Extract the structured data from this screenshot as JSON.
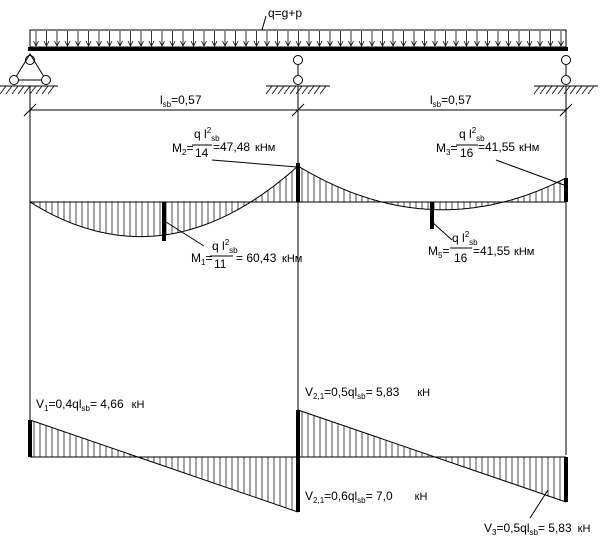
{
  "load": {
    "label": "q=g+p"
  },
  "spans": [
    {
      "label_main": "l",
      "label_sub": "sb",
      "label_tail": "=0,57"
    },
    {
      "label_main": "l",
      "label_sub": "sb",
      "label_tail": "=0,57"
    }
  ],
  "moments": {
    "m2": {
      "name": "M",
      "idx": "2",
      "eq": "=",
      "num": "q l",
      "num_sup": "2",
      "num_sub": "sb",
      "den": "14",
      "value": "=47,48",
      "unit": "кНм"
    },
    "m3": {
      "name": "M",
      "idx": "3",
      "eq": "=",
      "num": "q l",
      "num_sup": "2",
      "num_sub": "sb",
      "den": "16",
      "value": "=41,55",
      "unit": "кНм"
    },
    "m1": {
      "name": "M",
      "idx": "1",
      "eq": "=",
      "num": "q l",
      "num_sup": "2",
      "num_sub": "sb",
      "den": "11",
      "value": "= 60,43",
      "unit": "кНм"
    },
    "m5": {
      "name": "M",
      "idx": "5",
      "eq": "=",
      "num": "q l",
      "num_sup": "2",
      "num_sub": "sb",
      "den": "16",
      "value": "=41,55",
      "unit": "кНм"
    }
  },
  "shears": {
    "v1": {
      "name": "V",
      "idx": "1",
      "formula": "=0,4ql",
      "sub": "sb",
      "value": "= 4,66",
      "unit": "кН"
    },
    "v21a": {
      "name": "V",
      "idx": "2,1",
      "formula": "=0,5ql",
      "sub": "sb",
      "value": "= 5,83",
      "unit": "кН"
    },
    "v21b": {
      "name": "V",
      "idx": "2,1",
      "formula": "=0,6ql",
      "sub": "sb",
      "value": "= 7,0",
      "unit": "кН"
    },
    "v3": {
      "name": "V",
      "idx": "3",
      "formula": "=0,5ql",
      "sub": "sb",
      "value": "= 5,83",
      "unit": "кН"
    }
  }
}
